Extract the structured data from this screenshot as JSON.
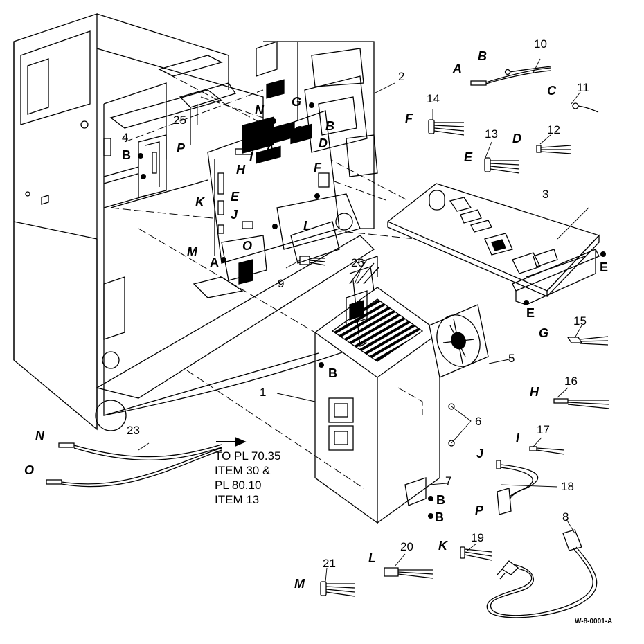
{
  "part_numbers": [
    "1",
    "2",
    "3",
    "4",
    "5",
    "6",
    "7",
    "8",
    "9",
    "10",
    "11",
    "12",
    "13",
    "14",
    "15",
    "16",
    "17",
    "18",
    "19",
    "20",
    "21",
    "23",
    "25",
    "26"
  ],
  "connector_letters": [
    "A",
    "B",
    "C",
    "D",
    "E",
    "F",
    "G",
    "H",
    "I",
    "J",
    "K",
    "L",
    "M",
    "N",
    "O",
    "P"
  ],
  "note": {
    "line1": "TO PL 70.35",
    "line2": "ITEM 30 &",
    "line3": "PL 80.10",
    "line4": "ITEM 13"
  },
  "figure_code": "W-8-0001-A"
}
